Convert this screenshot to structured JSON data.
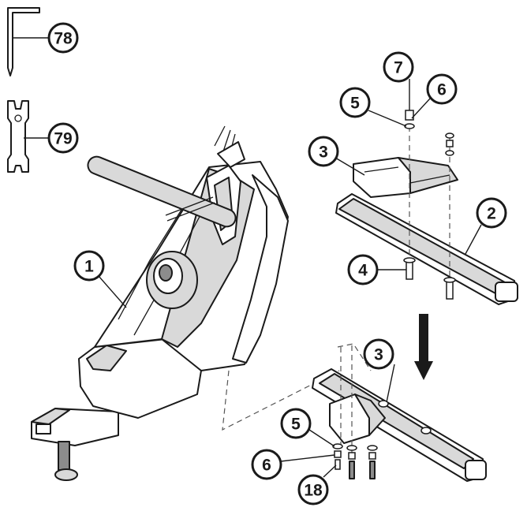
{
  "callouts": {
    "c78": "78",
    "c79": "79",
    "c1": "1",
    "c7": "7",
    "c5_top": "5",
    "c6_top": "6",
    "c3_top": "3",
    "c2": "2",
    "c4": "4",
    "c3_bottom": "3",
    "c5_bottom": "5",
    "c6_bottom": "6",
    "c18": "18"
  },
  "colors": {
    "ink": "#1a1a1a",
    "part_fill": "#ffffff",
    "shade": "#d9d9d9"
  }
}
